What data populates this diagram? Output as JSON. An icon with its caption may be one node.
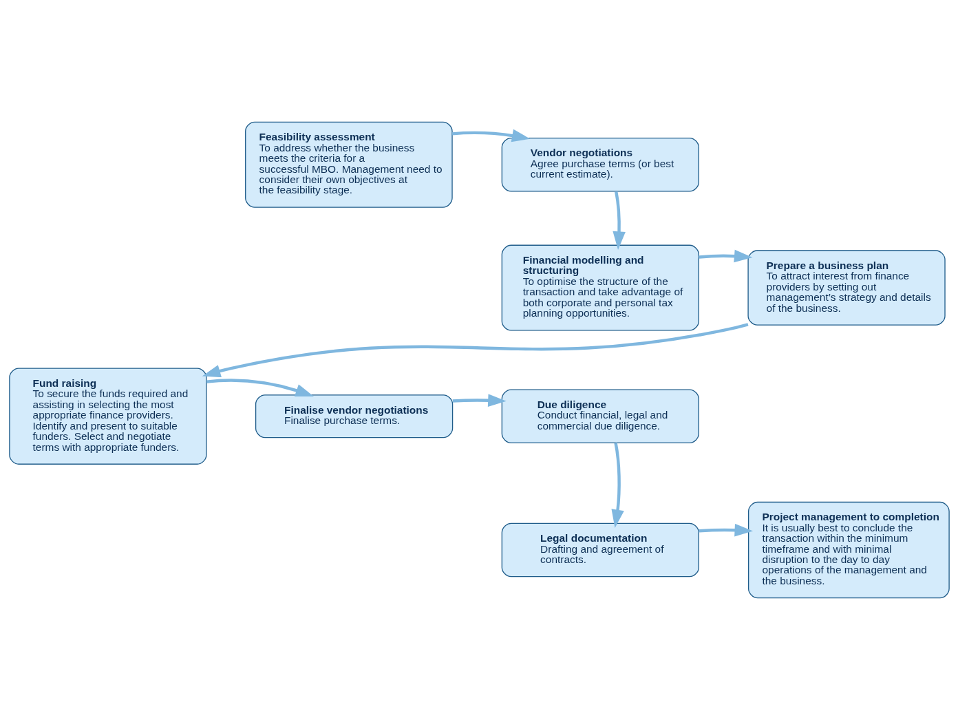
{
  "diagram": {
    "nodes": [
      {
        "text": [
          "Feasibility assessment",
          "To address whether the business meets the criteria for a successful MBO. Management need to consider their own objectives at the feasibility stage."
        ]
      },
      {
        "text": [
          "Vendor negotiations",
          "Agree purchase terms (or best current estimate)."
        ]
      },
      {
        "text": [
          "Financial modelling and structuring",
          "To optimise the structure of the transaction and take advantage of both corporate and personal tax planning opportunities."
        ]
      },
      {
        "text": [
          "Prepare a business plan",
          "To attract interest from finance providers by setting out management’s strategy and details of the business."
        ]
      },
      {
        "text": [
          "Fund raising",
          "To secure the funds required and assisting in selecting the most appropriate finance providers. Identify and present to suitable funders. Select and negotiate terms with appropriate funders."
        ]
      },
      {
        "text": [
          "Finalise vendor negotiations",
          "Finalise purchase terms."
        ]
      },
      {
        "text": [
          "Due diligence",
          "Conduct financial, legal and commercial due diligence."
        ]
      },
      {
        "text": [
          "Legal documentation",
          "Drafting and agreement of contracts."
        ]
      },
      {
        "text": [
          "Project management to completion",
          "It is usually best to conclude the transaction within the minimum timeframe and with minimal disruption to the day to day operations of the management and the business."
        ]
      }
    ],
    "edges": [
      {
        "from": 0,
        "to": 1,
        "arrow": "to"
      },
      {
        "from": 1,
        "to": 2,
        "arrow": "to"
      },
      {
        "from": 2,
        "to": 3,
        "arrow": "to"
      },
      {
        "from": 3,
        "to": 4,
        "arrow": "to"
      },
      {
        "from": 4,
        "to": 5,
        "arrow": "to"
      },
      {
        "from": 5,
        "to": 6,
        "arrow": "to"
      },
      {
        "from": 6,
        "to": 7,
        "arrow": "to"
      },
      {
        "from": 7,
        "to": 8,
        "arrow": "to"
      }
    ]
  }
}
